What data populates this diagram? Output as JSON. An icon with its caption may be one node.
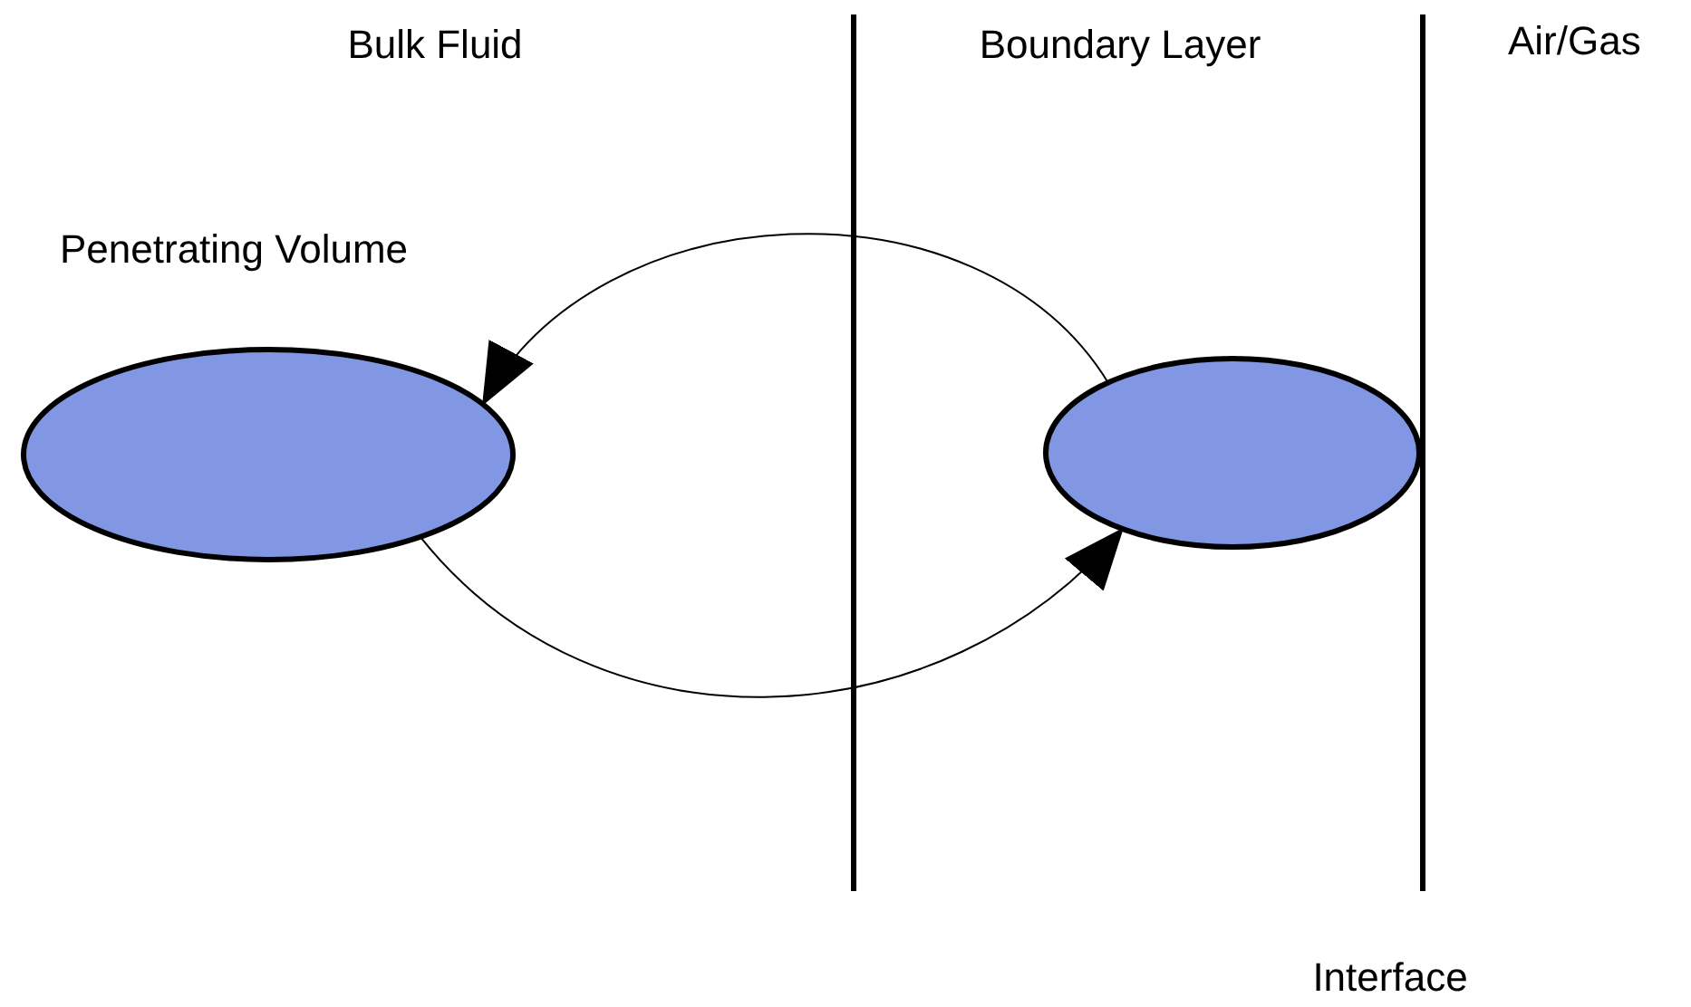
{
  "diagram": {
    "nodes": [
      {
        "text": [],
        "shape": "ellipse",
        "beside": [
          "Penetrating Volume"
        ]
      },
      {
        "text": [],
        "shape": "ellipse"
      }
    ],
    "edges": [
      {
        "from": 1,
        "to": 0,
        "arrow": "to"
      },
      {
        "from": 0,
        "to": 1,
        "arrow": "to"
      }
    ],
    "labels": [
      "Bulk Fluid",
      "Boundary Layer",
      "Air/Gas",
      "Interface"
    ]
  }
}
